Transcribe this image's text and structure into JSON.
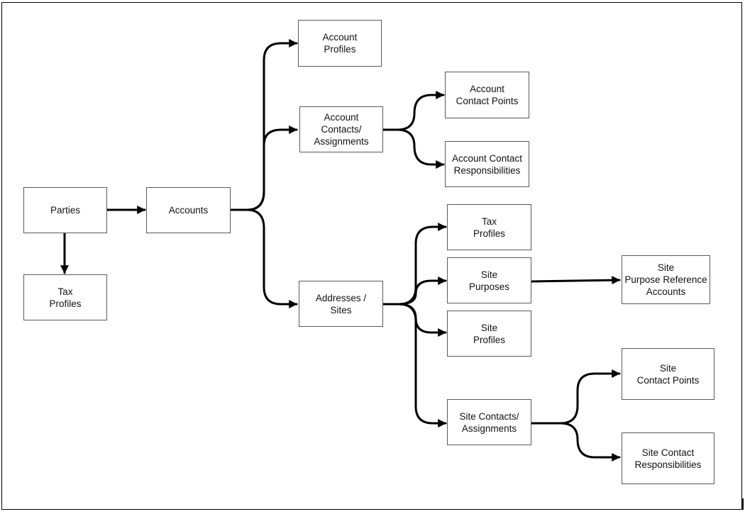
{
  "diagram": {
    "nodes": {
      "parties": "Parties",
      "party_tax_profiles": "Tax\nProfiles",
      "accounts": "Accounts",
      "account_profiles": "Account\nProfiles",
      "account_contacts": "Account\nContacts/\nAssignments",
      "account_contact_points": "Account\nContact Points",
      "account_contact_responsibilities": "Account Contact\nResponsibilities",
      "addresses_sites": "Addresses /\nSites",
      "site_tax_profiles": "Tax\nProfiles",
      "site_purposes": "Site\nPurposes",
      "site_purpose_reference_accounts": "Site\nPurpose Reference\nAccounts",
      "site_profiles": "Site\nProfiles",
      "site_contacts": "Site Contacts/\nAssignments",
      "site_contact_points": "Site\nContact Points",
      "site_contact_responsibilities": "Site Contact\nResponsibilities"
    }
  }
}
